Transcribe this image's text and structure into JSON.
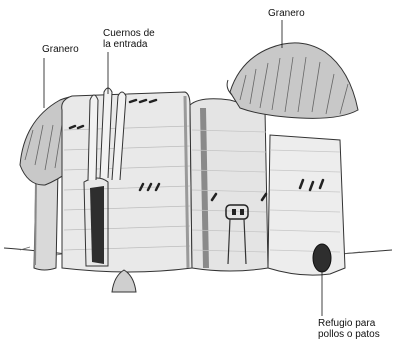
{
  "labels": {
    "granero_left": "Granero",
    "cuernos": "Cuernos de\nla entrada",
    "granero_right": "Granero",
    "refugio": "Refugio para\npollos o patos"
  },
  "colors": {
    "background": "#ffffff",
    "wall": "#e9e9e9",
    "wall_shadow": "#9a9a9a",
    "thatch": "#c8c8c8",
    "thatch_dark": "#777777",
    "ink": "#111111",
    "door": "#2e2e2e"
  }
}
